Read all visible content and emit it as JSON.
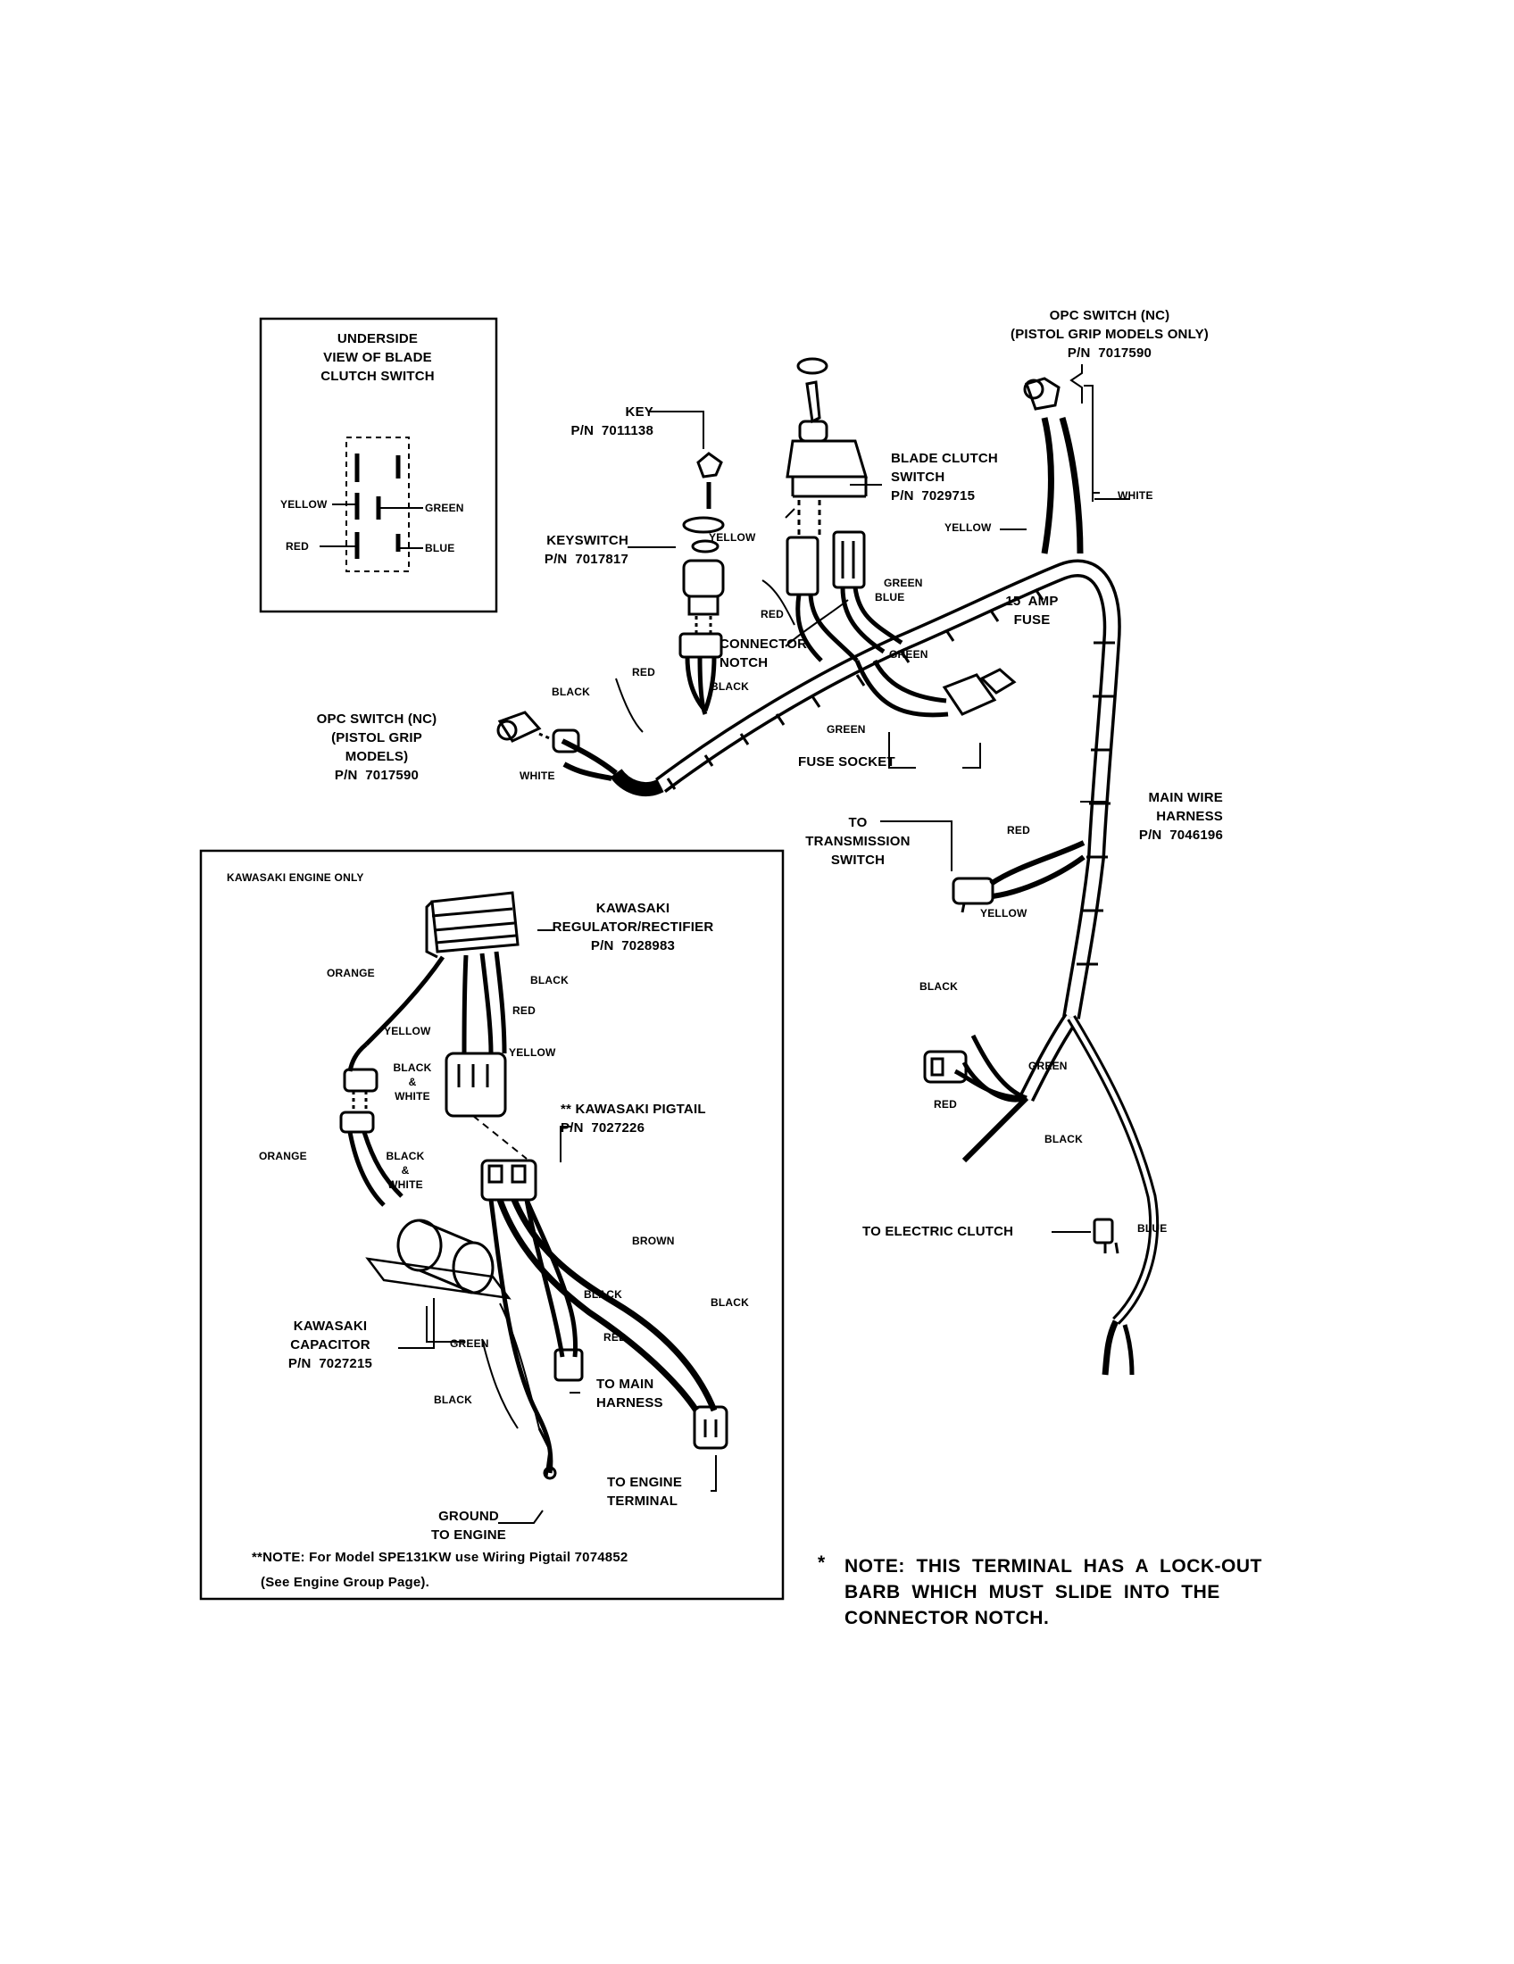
{
  "inset": {
    "title": "UNDERSIDE\nVIEW OF BLADE\nCLUTCH SWITCH",
    "yellow": "YELLOW",
    "green": "GREEN",
    "red": "RED",
    "blue": "BLUE"
  },
  "top": {
    "opc_right": "OPC SWITCH (NC)\n(PISTOL GRIP MODELS ONLY)\nP/N  7017590",
    "key": "KEY\nP/N  7011138",
    "blade_clutch": "BLADE CLUTCH\nSWITCH\nP/N  7029715",
    "white_r": "WHITE",
    "yellow_r": "YELLOW",
    "keyswitch": "KEYSWITCH\nP/N  7017817",
    "yellow_k": "YELLOW",
    "green_1": "GREEN",
    "blue_1": "BLUE",
    "red_c": "RED",
    "fuse": "15  AMP\nFUSE",
    "connector_notch": "CONNECTOR\nNOTCH",
    "green_2": "GREEN",
    "red_k": "RED",
    "black_k": "BLACK",
    "black_l": "BLACK",
    "opc_left": "OPC SWITCH (NC)\n(PISTOL GRIP\nMODELS)\nP/N  7017590",
    "white_l": "WHITE",
    "green_f": "GREEN",
    "fuse_socket": "FUSE SOCKET",
    "main_harness": "MAIN WIRE\nHARNESS\nP/N  7046196",
    "to_trans": "TO\nTRANSMISSION\nSWITCH",
    "red_t": "RED",
    "yellow_t": "YELLOW",
    "black_s": "BLACK",
    "green_s": "GREEN",
    "red_s": "RED",
    "black_e": "BLACK",
    "blue_e": "BLUE",
    "to_clutch": "TO ELECTRIC CLUTCH"
  },
  "kawasaki": {
    "title": "KAWASAKI ENGINE ONLY",
    "regulator": "KAWASAKI\nREGULATOR/RECTIFIER\nP/N  7028983",
    "orange_1": "ORANGE",
    "black_1": "BLACK",
    "yellow_1": "YELLOW",
    "red_1": "RED",
    "black_white_1": "BLACK\n&\nWHITE",
    "yellow_2": "YELLOW",
    "pigtail": "** KAWASAKI PIGTAIL\nP/N  7027226",
    "orange_2": "ORANGE",
    "black_white_2": "BLACK\n&\nWHITE",
    "brown": "BROWN",
    "black_2": "BLACK",
    "black_3": "BLACK",
    "capacitor": "KAWASAKI\nCAPACITOR\nP/N  7027215",
    "red_2": "RED",
    "green": "GREEN",
    "to_main": "TO MAIN\nHARNESS",
    "black_4": "BLACK",
    "to_engine": "TO ENGINE\nTERMINAL",
    "ground": "GROUND\nTO ENGINE",
    "note_1": "**NOTE: For Model SPE131KW use Wiring Pigtail 7074852",
    "note_2": "(See Engine Group Page)."
  },
  "note": {
    "star": "*",
    "text": "NOTE:  THIS  TERMINAL  HAS  A  LOCK-OUT\nBARB  WHICH  MUST  SLIDE  INTO  THE\nCONNECTOR NOTCH."
  }
}
